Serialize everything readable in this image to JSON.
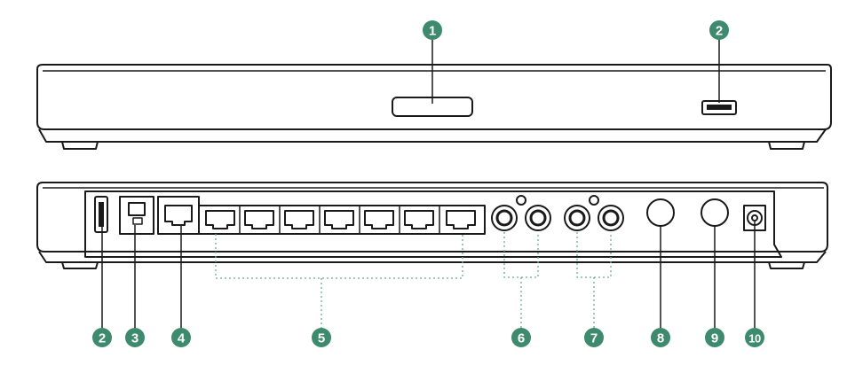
{
  "callouts": {
    "c1": "1",
    "c2_top": "2",
    "c2": "2",
    "c3": "3",
    "c4": "4",
    "c5": "5",
    "c6": "6",
    "c7": "7",
    "c8": "8",
    "c9": "9",
    "c10": "10"
  },
  "colors": {
    "callout": "#3d8a6e",
    "line": "#1a1a1a",
    "leader": "#3d8a6e"
  }
}
